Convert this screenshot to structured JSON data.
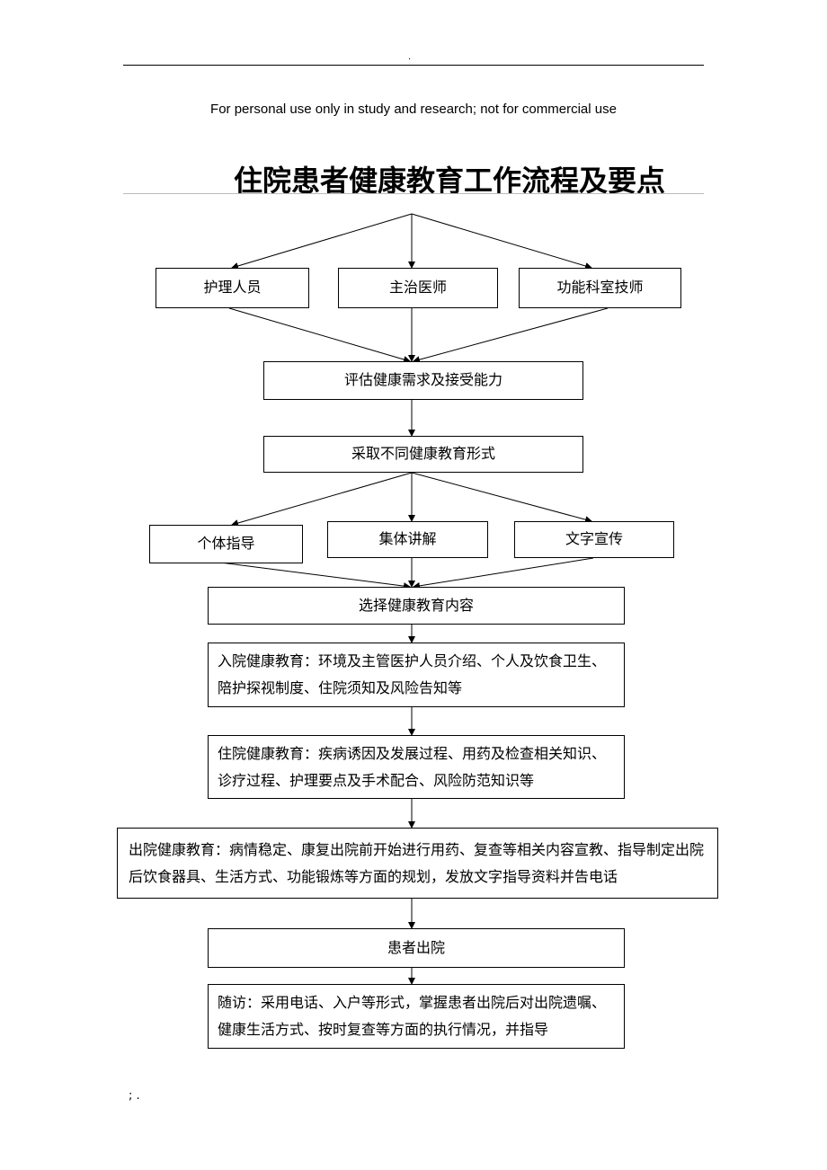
{
  "header": {
    "mark": "."
  },
  "notice": "For personal use only in study and research; not for commercial use",
  "title": "住院患者健康教育工作流程及要点",
  "nodes": {
    "nurse": "护理人员",
    "physician": "主治医师",
    "technician": "功能科室技师",
    "assess": "评估健康需求及接受能力",
    "forms": "采取不同健康教育形式",
    "individual": "个体指导",
    "group": "集体讲解",
    "written": "文字宣传",
    "content": "选择健康教育内容",
    "admission": "入院健康教育：环境及主管医护人员介绍、个人及饮食卫生、陪护探视制度、住院须知及风险告知等",
    "inpatient": "住院健康教育：疾病诱因及发展过程、用药及检查相关知识、诊疗过程、护理要点及手术配合、风险防范知识等",
    "discharge_edu": "出院健康教育：病情稳定、康复出院前开始进行用药、复查等相关内容宣教、指导制定出院后饮食器具、生活方式、功能锻炼等方面的规划，发放文字指导资料并告电话",
    "discharge": "患者出院",
    "followup": "随访：采用电话、入户等形式，掌握患者出院后对出院遗嘱、健康生活方式、按时复查等方面的执行情况，并指导"
  },
  "footer": "; ."
}
